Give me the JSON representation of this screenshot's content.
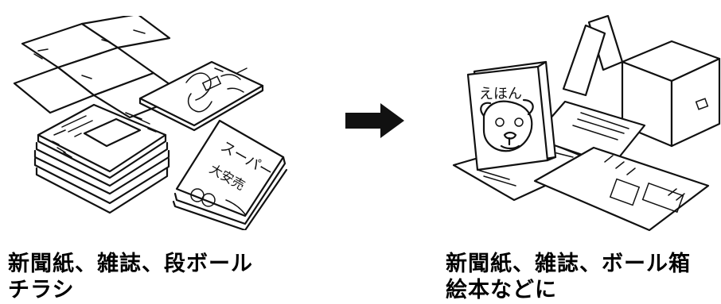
{
  "before": {
    "caption_line1": "新聞紙、雑誌、段ボール",
    "caption_line2": "チラシ",
    "flyer_text": "スーパー",
    "flyer_sale_text": "大安売"
  },
  "after": {
    "caption_line1": "新聞紙、雑誌、ボール箱",
    "caption_line2": "絵本などに",
    "picture_book_title": "えほん"
  },
  "arrow_color": "#111111"
}
